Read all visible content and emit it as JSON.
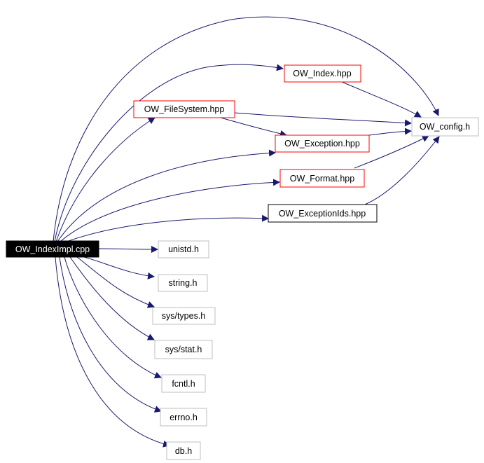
{
  "colors": {
    "edge": "#191970",
    "source_fill": "#000000",
    "source_text": "#ffffff",
    "red_border": "#ff0000",
    "gray_border": "#bfbfbf",
    "black_border": "#000000",
    "label_text": "#000000"
  },
  "nodes": {
    "source": {
      "label": "OW_IndexImpl.cpp"
    },
    "index_hpp": {
      "label": "OW_Index.hpp"
    },
    "filesystem_hpp": {
      "label": "OW_FileSystem.hpp"
    },
    "config_h": {
      "label": "OW_config.h"
    },
    "exception_hpp": {
      "label": "OW_Exception.hpp"
    },
    "format_hpp": {
      "label": "OW_Format.hpp"
    },
    "exceptionids_hpp": {
      "label": "OW_ExceptionIds.hpp"
    },
    "unistd_h": {
      "label": "unistd.h"
    },
    "string_h": {
      "label": "string.h"
    },
    "sys_types_h": {
      "label": "sys/types.h"
    },
    "sys_stat_h": {
      "label": "sys/stat.h"
    },
    "fcntl_h": {
      "label": "fcntl.h"
    },
    "errno_h": {
      "label": "errno.h"
    },
    "db_h": {
      "label": "db.h"
    }
  }
}
